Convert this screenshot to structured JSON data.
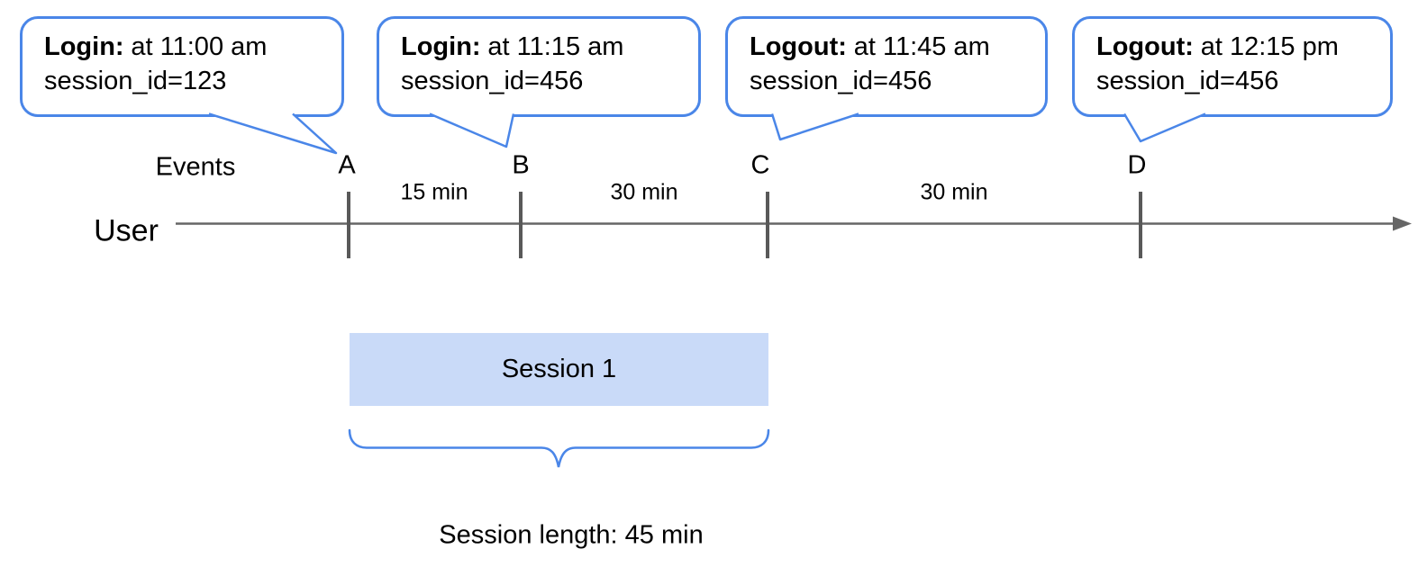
{
  "callouts": [
    {
      "marker": "A",
      "event_label": "Login:",
      "time_text": "at 11:00 am",
      "detail_text": "session_id=123"
    },
    {
      "marker": "B",
      "event_label": "Login:",
      "time_text": "at 11:15 am",
      "detail_text": "session_id=456"
    },
    {
      "marker": "C",
      "event_label": "Logout:",
      "time_text": "at 11:45 am",
      "detail_text": "session_id=456"
    },
    {
      "marker": "D",
      "event_label": "Logout:",
      "time_text": "at 12:15 pm",
      "detail_text": "session_id=456"
    }
  ],
  "timeline": {
    "events_label": "Events",
    "user_label": "User",
    "markers": [
      "A",
      "B",
      "C",
      "D"
    ],
    "intervals": [
      "15 min",
      "30 min",
      "30 min"
    ]
  },
  "session": {
    "box_label": "Session 1",
    "length_label": "Session length: 45 min"
  },
  "colors": {
    "accent_blue": "#4a86e8",
    "session_fill": "#c9daf8",
    "axis_gray": "#666666",
    "tick_gray": "#595959",
    "text_black": "#000000"
  }
}
